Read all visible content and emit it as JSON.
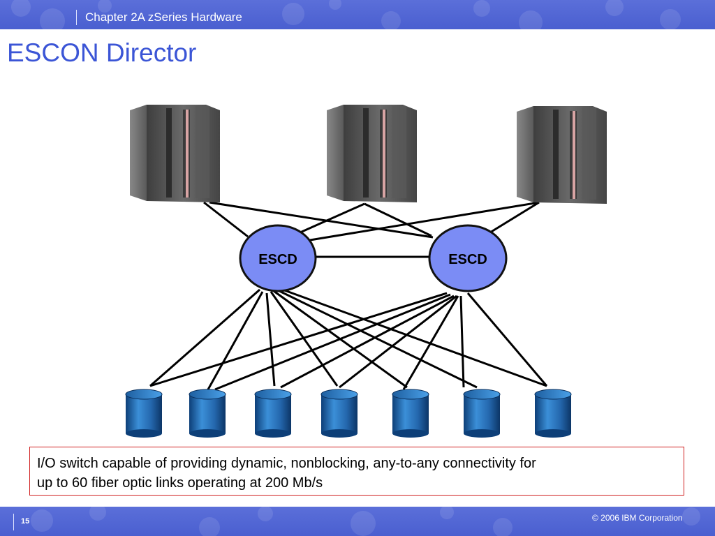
{
  "header": {
    "chapter": "Chapter 2A zSeries Hardware"
  },
  "slide": {
    "title": "ESCON Director"
  },
  "diagram": {
    "directors": [
      {
        "label": "ESCD"
      },
      {
        "label": "ESCD"
      }
    ],
    "servers_count_note": "",
    "colors": {
      "director_fill": "#7b8cf5",
      "director_stroke": "#111111",
      "link": "#000000",
      "disk_blue": "#2a72b8",
      "server_gray": "#5c5c5c"
    }
  },
  "description": {
    "line1": "I/O switch capable of providing dynamic, nonblocking, any-to-any connectivity for",
    "line2": "up to 60 fiber optic links operating at 200 Mb/s"
  },
  "footer": {
    "slide_number": "15",
    "copyright": "© 2006 IBM Corporation"
  }
}
